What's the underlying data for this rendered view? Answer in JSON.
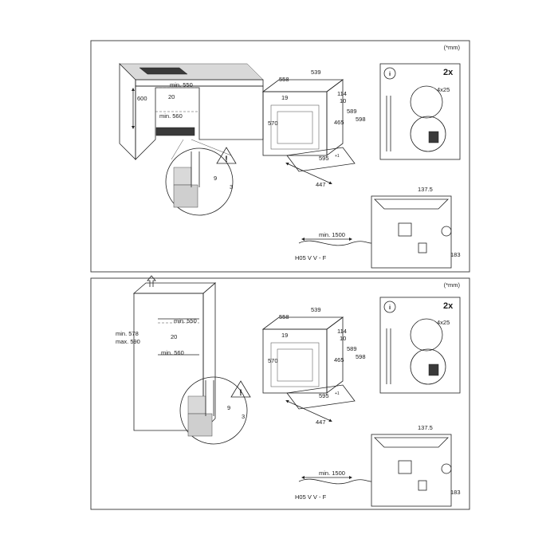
{
  "unit_note": "(*mm)",
  "panels": [
    {
      "niche": {
        "height": "600",
        "depth": "min. 550",
        "gap": "20",
        "width": "min. 560"
      },
      "oven": {
        "d1": "558",
        "d2": "539",
        "h1": "19",
        "h2": "570",
        "h3": "114",
        "h4": "10",
        "h5": "465",
        "h6": "589",
        "h7": "598",
        "w": "595",
        "w_tol": "+1",
        "depth": "447"
      },
      "detail": {
        "a": "9",
        "b": "3"
      },
      "screws": {
        "count": "2x",
        "size": "4x25"
      },
      "back": {
        "w": "137.5",
        "h": "183"
      },
      "cable": {
        "length": "min. 1500",
        "type": "H05 V V - F"
      }
    },
    {
      "niche": {
        "height1": "min. 578",
        "height2": "max. 590",
        "depth": "min. 550",
        "gap": "20",
        "width": "min. 560"
      },
      "oven": {
        "d1": "558",
        "d2": "539",
        "h1": "19",
        "h2": "570",
        "h3": "114",
        "h4": "10",
        "h5": "465",
        "h6": "589",
        "h7": "598",
        "w": "595",
        "w_tol": "+1",
        "depth": "447"
      },
      "detail": {
        "a": "9",
        "b": "3"
      },
      "screws": {
        "count": "2x",
        "size": "4x25"
      },
      "back": {
        "w": "137.5",
        "h": "183"
      },
      "cable": {
        "length": "min. 1500",
        "type": "H05 V V - F"
      }
    }
  ]
}
